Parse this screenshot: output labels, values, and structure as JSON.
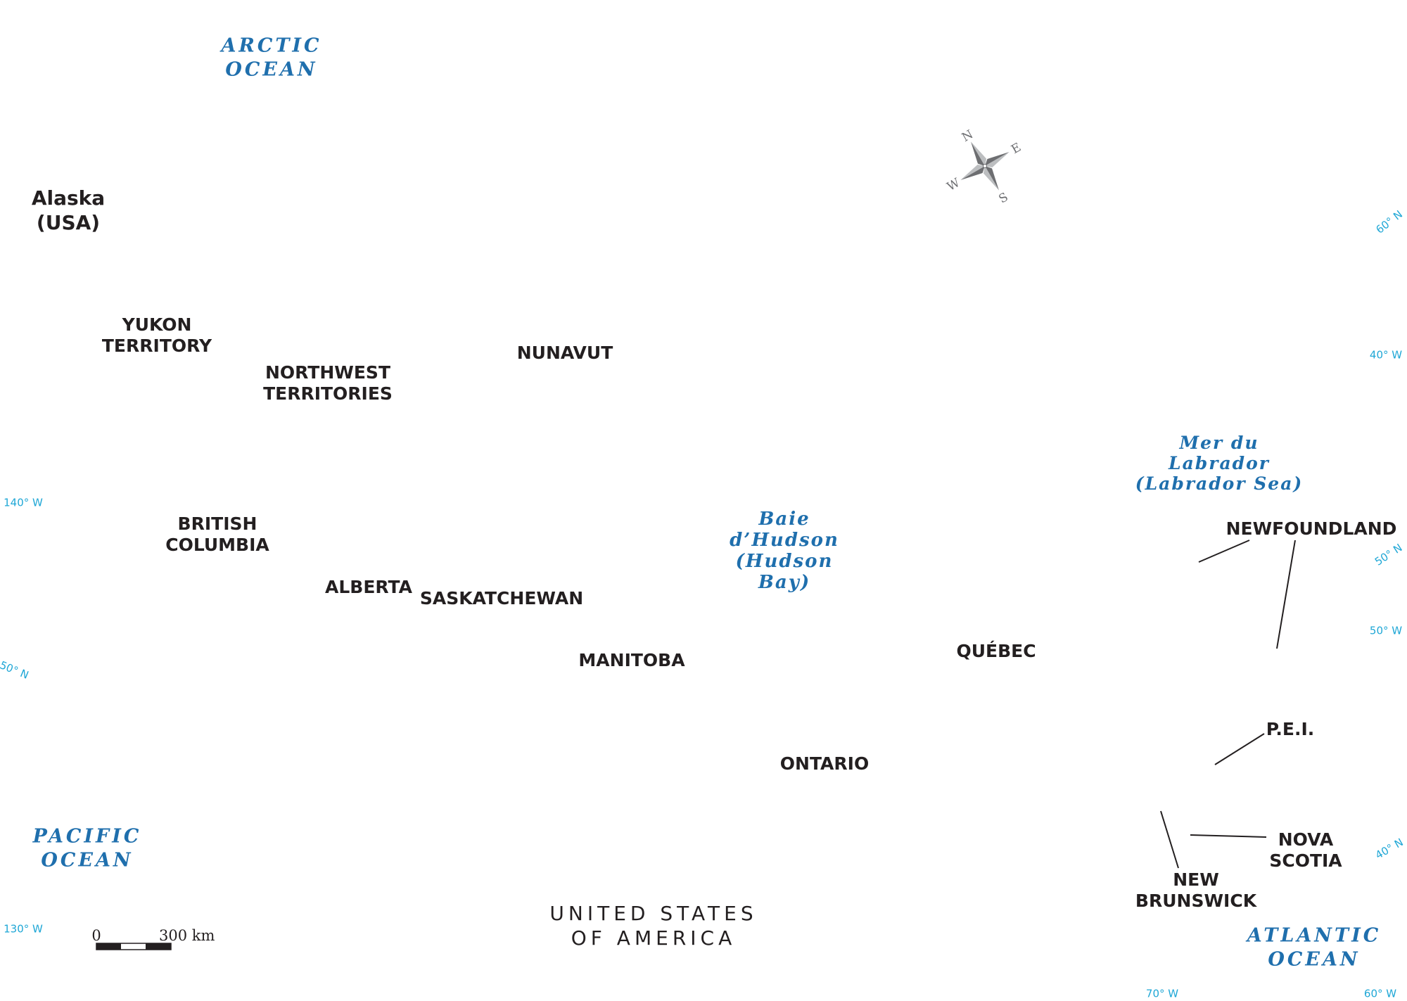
{
  "colors": {
    "land_label": "#231f20",
    "water_label": "#1f6fad",
    "graticule_label": "#1fa7d6",
    "compass": "#6d6e71"
  },
  "regions": {
    "alaska": "Alaska\n(USA)",
    "yukon": "YUKON\nTERRITORY",
    "northwest_territories": "NORTHWEST\nTERRITORIES",
    "nunavut": "NUNAVUT",
    "british_columbia": "BRITISH\nCOLUMBIA",
    "alberta": "ALBERTA",
    "saskatchewan": "SASKATCHEWAN",
    "manitoba": "MANITOBA",
    "ontario": "ONTARIO",
    "quebec": "QUÉBEC",
    "newfoundland": "NEWFOUNDLAND",
    "pei": "P.E.I.",
    "nova_scotia": "NOVA\nSCOTIA",
    "new_brunswick": "NEW\nBRUNSWICK",
    "usa": "UNITED STATES\nOF AMERICA"
  },
  "water": {
    "arctic": "ARCTIC\nOCEAN",
    "pacific": "PACIFIC\nOCEAN",
    "atlantic": "ATLANTIC\nOCEAN",
    "hudson_bay": "Baie\nd’Hudson\n(Hudson\nBay)",
    "labrador_sea": "Mer du Labrador\n(Labrador Sea)"
  },
  "graticule": {
    "lat60_east": "60° N",
    "lon40_east": "40° W",
    "lat50_east": "50° N",
    "lon50_east": "50° W",
    "lat40_east": "40° N",
    "lon140_west": "140° W",
    "lat50_west": "50° N",
    "lon130_west": "130° W",
    "lon70_bottom": "70° W",
    "lon60_bottom": "60° W"
  },
  "compass": {
    "north": "N",
    "east": "E",
    "south": "S",
    "west": "W"
  },
  "scale": {
    "start_label": "0",
    "end_label": "300 km",
    "distance_km": 300
  }
}
